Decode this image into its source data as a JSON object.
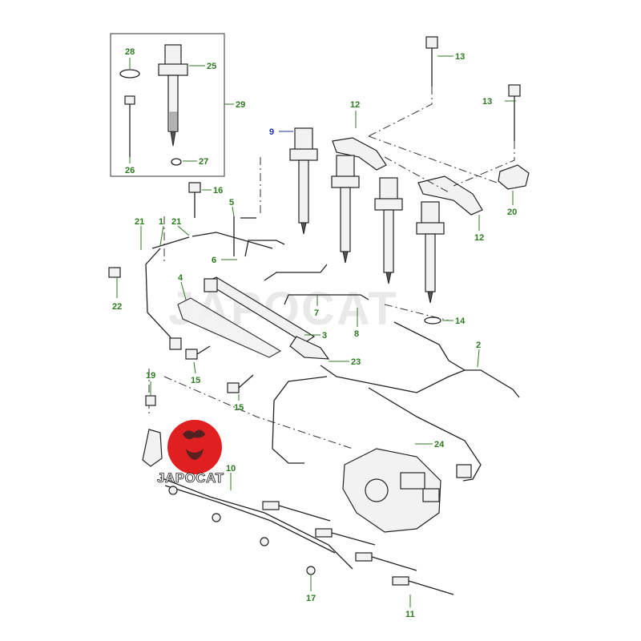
{
  "diagram": {
    "callouts": [
      {
        "id": "c28",
        "label": "28"
      },
      {
        "id": "c25",
        "label": "25"
      },
      {
        "id": "c29",
        "label": "29"
      },
      {
        "id": "c26",
        "label": "26"
      },
      {
        "id": "c27",
        "label": "27"
      },
      {
        "id": "c13a",
        "label": "13"
      },
      {
        "id": "c13b",
        "label": "13"
      },
      {
        "id": "c12a",
        "label": "12"
      },
      {
        "id": "c12b",
        "label": "12"
      },
      {
        "id": "c9",
        "label": "9"
      },
      {
        "id": "c20",
        "label": "20"
      },
      {
        "id": "c16",
        "label": "16"
      },
      {
        "id": "c5",
        "label": "5"
      },
      {
        "id": "c21a",
        "label": "21"
      },
      {
        "id": "c1",
        "label": "1"
      },
      {
        "id": "c21b",
        "label": "21"
      },
      {
        "id": "c6",
        "label": "6"
      },
      {
        "id": "c22",
        "label": "22"
      },
      {
        "id": "c4",
        "label": "4"
      },
      {
        "id": "c7",
        "label": "7"
      },
      {
        "id": "c14",
        "label": "14"
      },
      {
        "id": "c8",
        "label": "8"
      },
      {
        "id": "c3",
        "label": "3"
      },
      {
        "id": "c2",
        "label": "2"
      },
      {
        "id": "c23",
        "label": "23"
      },
      {
        "id": "c15a",
        "label": "15"
      },
      {
        "id": "c19",
        "label": "19"
      },
      {
        "id": "c15b",
        "label": "15"
      },
      {
        "id": "c24",
        "label": "24"
      },
      {
        "id": "c10",
        "label": "10"
      },
      {
        "id": "c17",
        "label": "17"
      },
      {
        "id": "c11",
        "label": "11"
      }
    ],
    "highlight_color": "#1a2fa8",
    "callout_color": "#2d7a1f"
  },
  "watermark": {
    "text": "JAPOCAT"
  },
  "logo": {
    "text": "JAPOCAT",
    "color": "#e02020"
  }
}
